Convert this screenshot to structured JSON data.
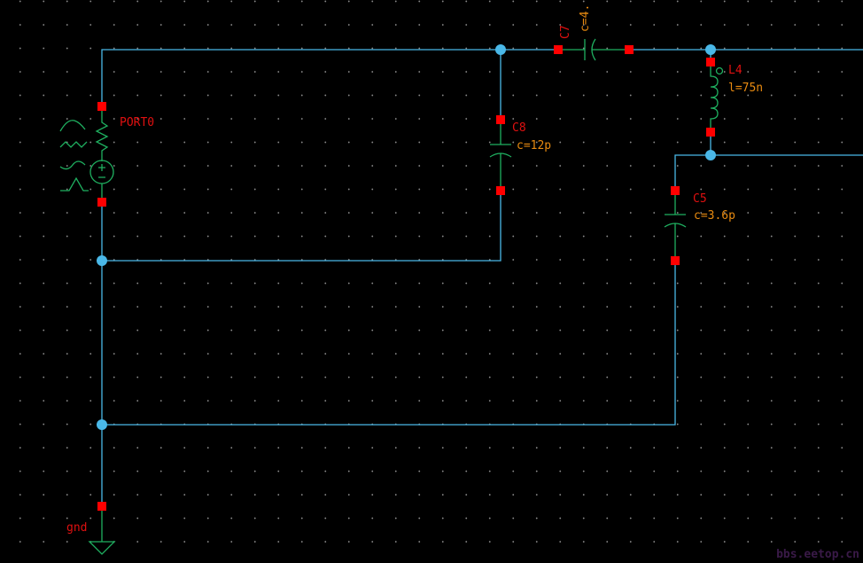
{
  "colors": {
    "wire": "#4ab8e8",
    "device": "#1fb060",
    "pin": "#ff0000",
    "name": "#e01010",
    "param": "#e88a10"
  },
  "components": {
    "port": {
      "name": "PORT0"
    },
    "c8": {
      "name": "C8",
      "param": "c=12p"
    },
    "c7": {
      "name": "C7",
      "param": "c=4."
    },
    "l4": {
      "name": "L4",
      "param": "l=75n"
    },
    "c5": {
      "name": "C5",
      "param": "c=3.6p"
    },
    "gnd": {
      "name": "gnd"
    }
  },
  "watermark": "bbs.eetop.cn"
}
